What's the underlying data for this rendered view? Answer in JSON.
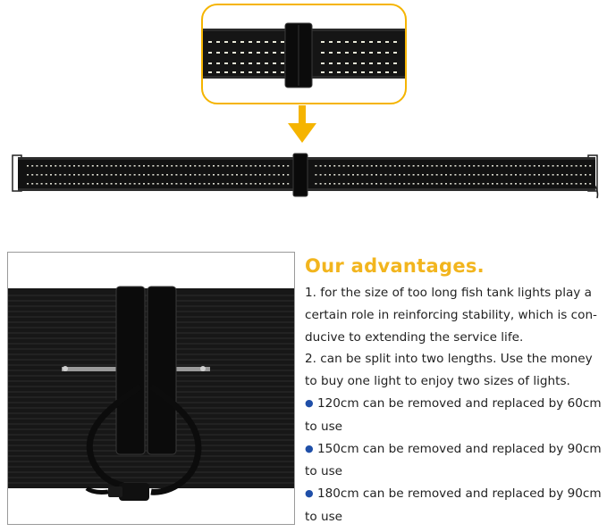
{
  "advantages": {
    "heading": "Our advantages.",
    "point1": "1. for the size of too long fish tank lights play a certain role in reinforcing stability, which is con- ducive to extending the service life.",
    "point2": "2. can be split into two lengths. Use the money to buy one light to enjoy two sizes of lights.",
    "bullets": [
      "120cm can be removed and replaced by 60cm to use",
      "150cm can be removed and replaced by 90cm to use",
      "180cm can be removed and replaced by 90cm to use"
    ]
  },
  "colors": {
    "accent_yellow": "#f5b400",
    "bullet_blue": "#1f4fa8",
    "fixture_black": "#111111"
  },
  "icons": {
    "arrow": "down-arrow-icon",
    "bullet": "bullet-dot-icon"
  }
}
